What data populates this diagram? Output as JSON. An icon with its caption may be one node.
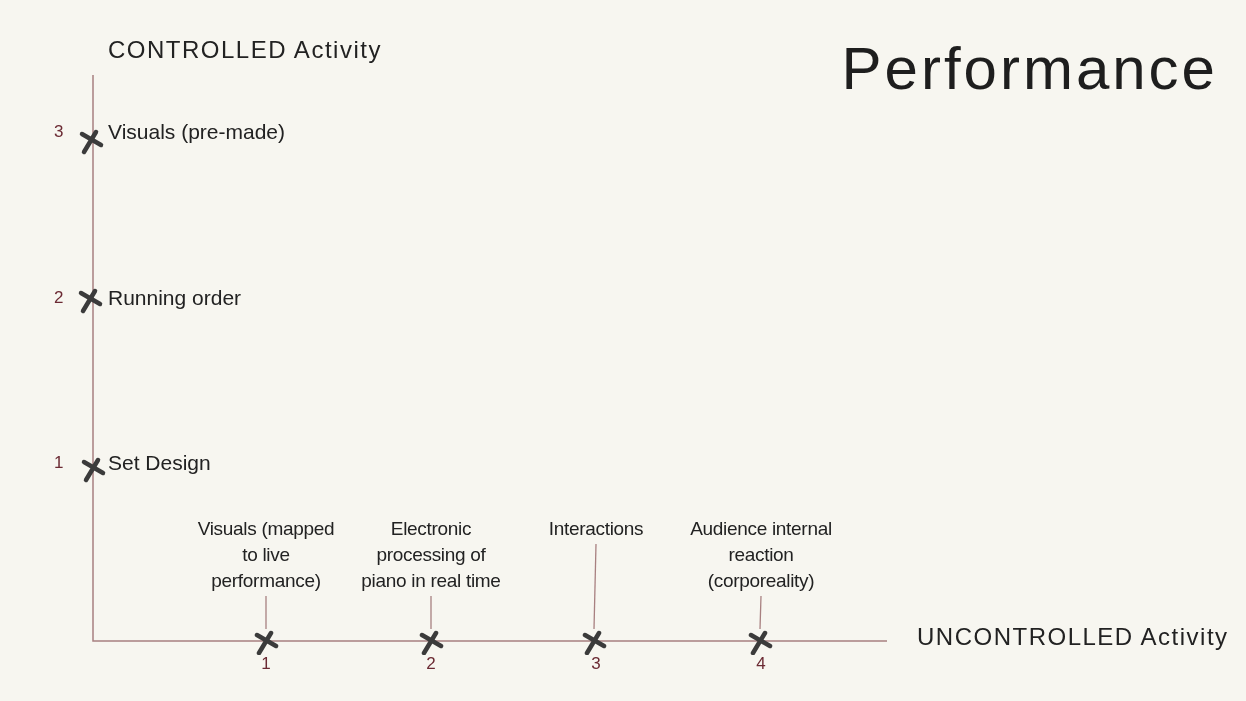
{
  "diagram": {
    "title": "Performance",
    "nodes": [
      {
        "text": [
          "Visuals (mapped to live performance)"
        ]
      },
      {
        "text": [
          "Electronic processing of piano in real time"
        ]
      },
      {
        "text": [
          "Interactions"
        ]
      },
      {
        "text": [
          "Audience internal reaction (corporeality)"
        ]
      },
      {
        "text": [],
        "shape": "cross"
      },
      {
        "text": [],
        "shape": "cross"
      },
      {
        "text": [],
        "shape": "cross"
      },
      {
        "text": [],
        "shape": "cross"
      }
    ],
    "edges": [
      {
        "from": 0,
        "to": 4,
        "arrow": "none"
      },
      {
        "from": 1,
        "to": 5,
        "arrow": "none"
      },
      {
        "from": 2,
        "to": 6,
        "arrow": "none"
      },
      {
        "from": 3,
        "to": 7,
        "arrow": "none"
      }
    ],
    "labels": [
      "CONTROLLED Activity",
      "3",
      "Visuals (pre-made)",
      "2",
      "Running order",
      "1",
      "Set Design",
      "UNCONTROLLED Activity",
      "1",
      "2",
      "3",
      "4"
    ]
  }
}
